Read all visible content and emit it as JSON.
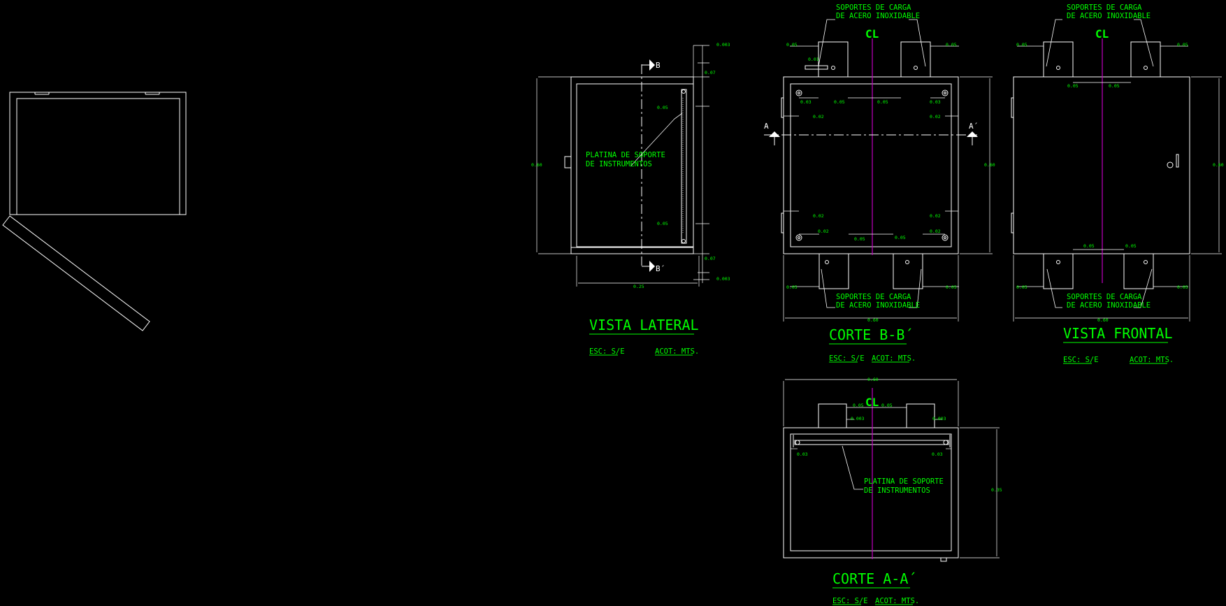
{
  "colors": {
    "background": "#000000",
    "lines": "#ffffff",
    "text": "#00ff00",
    "centerline": "#c000c0"
  },
  "views": {
    "lateral": {
      "title": "VISTA LATERAL",
      "esc": "ESC: S/E",
      "acot": "ACOT: MTS."
    },
    "corte_bb": {
      "title": "CORTE B-B´",
      "esc": "ESC: S/E",
      "acot": "ACOT: MTS."
    },
    "frontal": {
      "title": "VISTA FRONTAL",
      "esc": "ESC: S/E",
      "acot": "ACOT: MTS."
    },
    "corte_aa": {
      "title": "CORTE A-A´",
      "esc": "ESC: S/E",
      "acot": "ACOT: MTS."
    }
  },
  "notes": {
    "soportes_1": "SOPORTES DE CARGA",
    "soportes_2": "DE ACERO INOXIDABLE",
    "platina_1": "PLATINA DE SOPORTE",
    "platina_2": "DE INSTRUMENTOS",
    "centerline": "CL"
  },
  "section_marks": {
    "b": "B",
    "b_prime": "B´",
    "a": "A",
    "a_prime": "A´"
  },
  "dimensions": {
    "lateral": {
      "d003_top": "0.003",
      "d007_top": "0.07",
      "d005_top": "0.05",
      "d005_bot": "0.05",
      "d007_bot": "0.07",
      "d003_bot": "0.003",
      "height": "0.60",
      "depth": "0.25"
    },
    "corte_bb": {
      "l005": "0.05",
      "r005": "0.05",
      "d001": "0.01",
      "d005a": "0.05",
      "d005b": "0.05",
      "d005c": "0.05",
      "d003": "0.03",
      "d002a": "0.02",
      "d002b": "0.02",
      "d002c": "0.02",
      "d002d": "0.02",
      "d002e": "0.02",
      "d003b": "0.03",
      "d005d": "0.05",
      "d005e": "0.05",
      "d002f": "0.02",
      "bl005": "0.05",
      "br005": "0.05",
      "height": "0.60",
      "width": "0.60"
    },
    "frontal": {
      "l005": "0.05",
      "r005": "0.05",
      "m005a": "0.05",
      "m005b": "0.05",
      "b005a": "0.05",
      "b005b": "0.05",
      "bl005": "0.05",
      "br005": "0.05",
      "height": "0.60",
      "width": "0.60"
    },
    "corte_aa": {
      "width": "0.60",
      "d005a": "0.05",
      "d005b": "0.05",
      "d003a": "0.003",
      "d003b": "0.003",
      "d003c": "0.03",
      "d003d": "0.03",
      "height": "0.35"
    }
  }
}
